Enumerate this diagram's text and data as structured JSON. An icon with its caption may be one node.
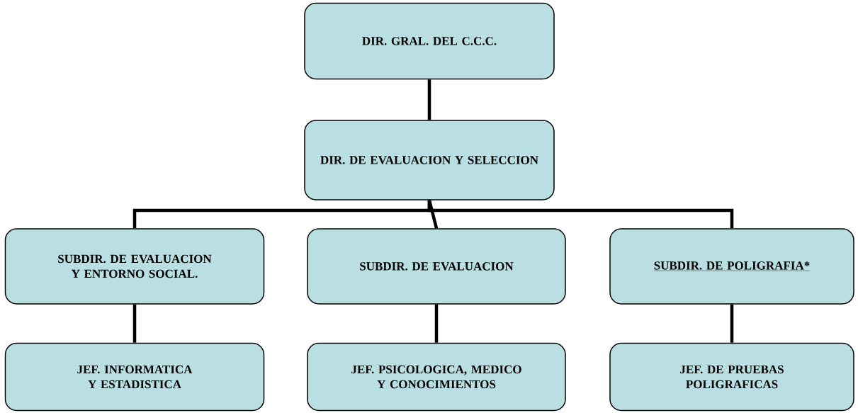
{
  "diagram": {
    "nodes": [
      {
        "text": [
          "DIR. GRAL. DEL C.C.C."
        ]
      },
      {
        "text": [
          "DIR. DE EVALUACION Y SELECCION"
        ]
      },
      {
        "text": [
          "SUBDIR. DE EVALUACION Y ENTORNO SOCIAL."
        ]
      },
      {
        "text": [
          "SUBDIR. DE EVALUACION"
        ]
      },
      {
        "text": [
          "SUBDIR. DE POLIGRAFIA*"
        ]
      },
      {
        "text": [
          "JEF. INFORMATICA Y ESTADISTICA"
        ]
      },
      {
        "text": [
          "JEF. PSICOLOGICA, MEDICO Y CONOCIMIENTOS"
        ]
      },
      {
        "text": [
          "JEF. DE PRUEBAS POLIGRAFICAS"
        ]
      }
    ],
    "edges": [
      {
        "from": 0,
        "to": 1,
        "arrow": "none"
      },
      {
        "from": 1,
        "to": 2,
        "arrow": "none"
      },
      {
        "from": 1,
        "to": 3,
        "arrow": "none"
      },
      {
        "from": 1,
        "to": 4,
        "arrow": "none"
      },
      {
        "from": 2,
        "to": 5,
        "arrow": "none"
      },
      {
        "from": 3,
        "to": 6,
        "arrow": "none"
      },
      {
        "from": 4,
        "to": 7,
        "arrow": "none"
      }
    ]
  }
}
